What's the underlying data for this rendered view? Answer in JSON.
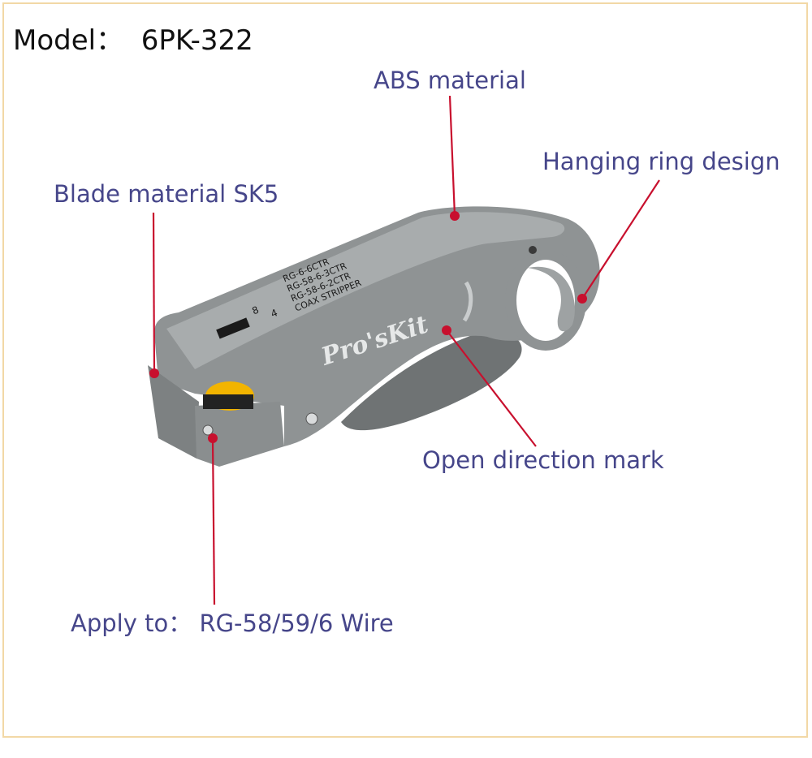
{
  "header": {
    "model_label": "Model：",
    "model_value": "6PK-322"
  },
  "callouts": {
    "abs": "ABS material",
    "ring": "Hanging ring design",
    "blade": "Blade material SK5",
    "open": "Open direction mark",
    "apply_prefix": "Apply to：",
    "apply_value": "RG-58/59/6 Wire"
  },
  "product": {
    "brand": "Pro'sKit",
    "print_lines": [
      "COAX STRIPPER",
      "RG-58-6-2CTR",
      "RG-58-6-3CTR",
      "RG-6-6CTR"
    ],
    "dims": [
      "8",
      "4"
    ]
  },
  "colors": {
    "label": "#46468a",
    "leader": "#c8102e",
    "body": "#8f9394",
    "body_dark": "#6f7374",
    "blade": "#f2b400",
    "border": "#f2d8a6"
  }
}
